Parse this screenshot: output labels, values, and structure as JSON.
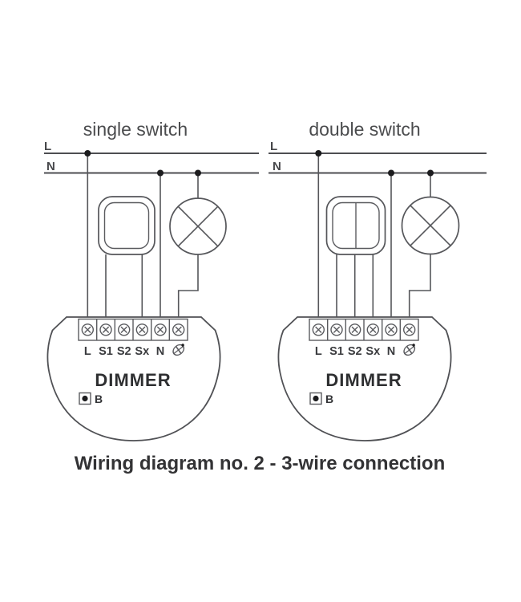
{
  "caption": "Wiring diagram no. 2 - 3-wire connection",
  "colors": {
    "background": "#ffffff",
    "line_stroke": "#55565a",
    "bus_stroke": "#4d4e52",
    "junction_dot": "#1c1c1e",
    "title_text": "#4b4c4e",
    "device_text": "#2e2f31",
    "caption_text": "#333335"
  },
  "diagrams": [
    {
      "title": "single switch",
      "switch_type": "single",
      "lines": {
        "live": "L",
        "neutral": "N"
      },
      "device": {
        "label": "DIMMER",
        "service_button": "B",
        "terminals": [
          "L",
          "S1",
          "S2",
          "Sx",
          "N"
        ],
        "output_terminal_icon": "lamp-icon"
      },
      "connections": [
        "L bus → dimmer L",
        "switch → S1",
        "switch → Sx",
        "N bus → dimmer N",
        "N bus → lamp",
        "lamp → dimmer output"
      ]
    },
    {
      "title": "double switch",
      "switch_type": "double",
      "lines": {
        "live": "L",
        "neutral": "N"
      },
      "device": {
        "label": "DIMMER",
        "service_button": "B",
        "terminals": [
          "L",
          "S1",
          "S2",
          "Sx",
          "N"
        ],
        "output_terminal_icon": "lamp-icon"
      },
      "connections": [
        "L bus → dimmer L",
        "switch → S1",
        "switch → S2",
        "switch → Sx",
        "N bus → dimmer N",
        "N bus → lamp",
        "lamp → dimmer output"
      ]
    }
  ]
}
